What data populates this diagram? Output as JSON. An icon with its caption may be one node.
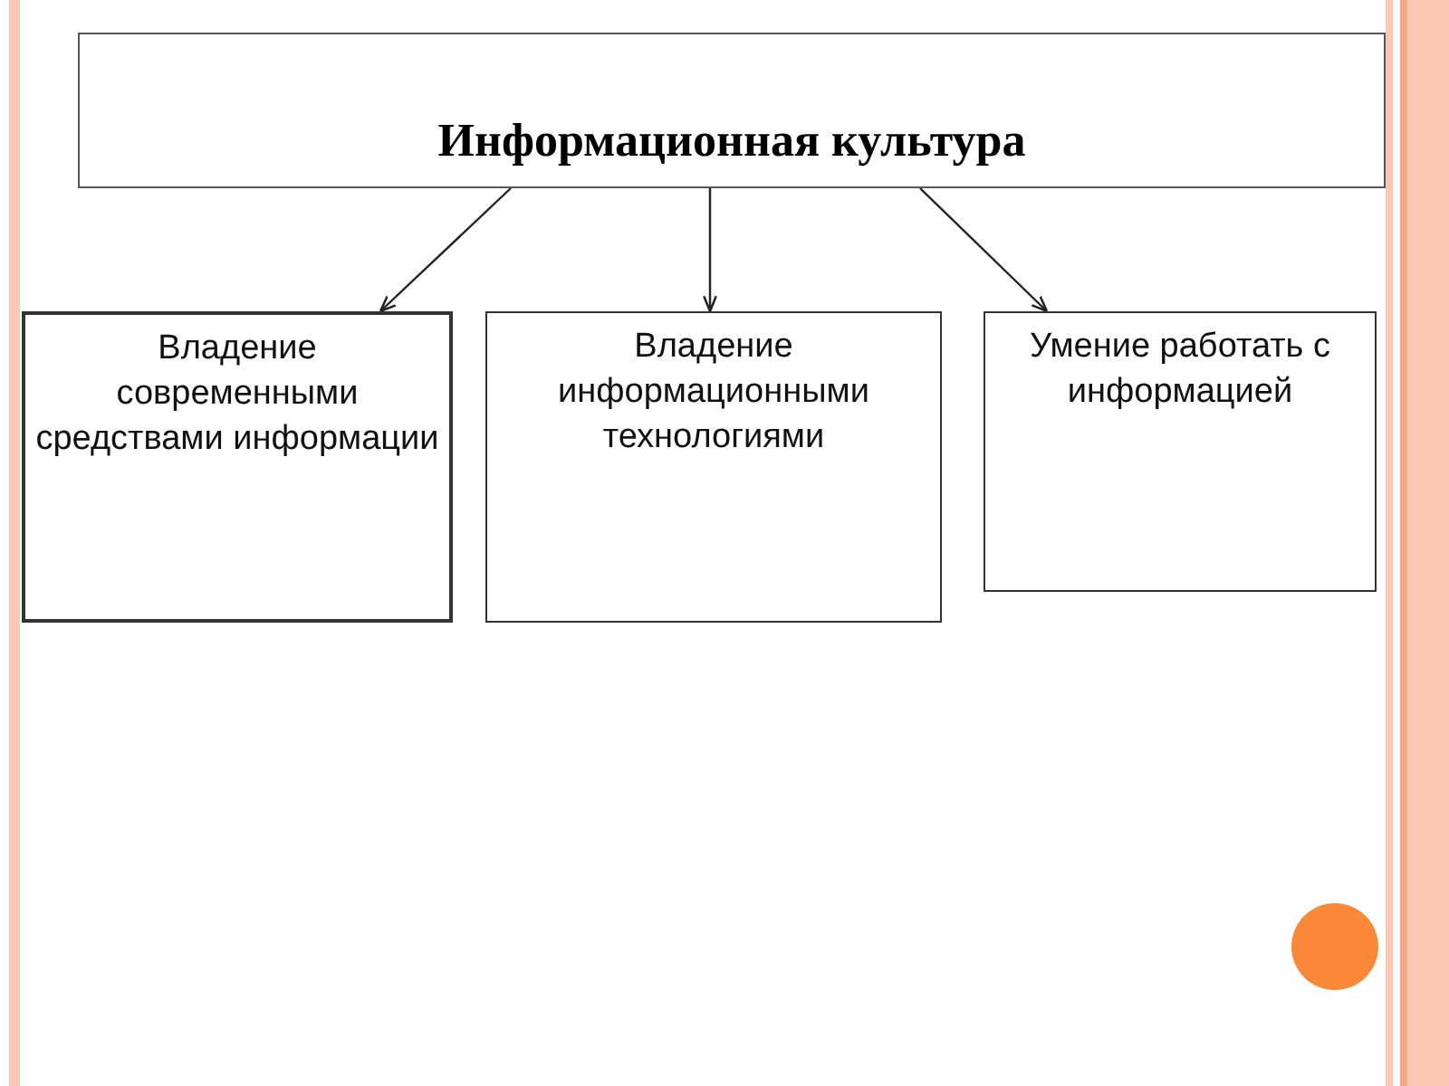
{
  "diagram": {
    "nodes": [
      {
        "text": [
          "Информационная культура"
        ]
      },
      {
        "text": [
          "Владение современными средствами информации"
        ]
      },
      {
        "text": [
          "Владение информационными технологиями"
        ]
      },
      {
        "text": [
          "Умение работать с информацией"
        ]
      }
    ],
    "edges": [
      {
        "from": 0,
        "to": 1,
        "arrow": "to"
      },
      {
        "from": 0,
        "to": 2,
        "arrow": "to"
      },
      {
        "from": 0,
        "to": 3,
        "arrow": "to"
      }
    ]
  }
}
